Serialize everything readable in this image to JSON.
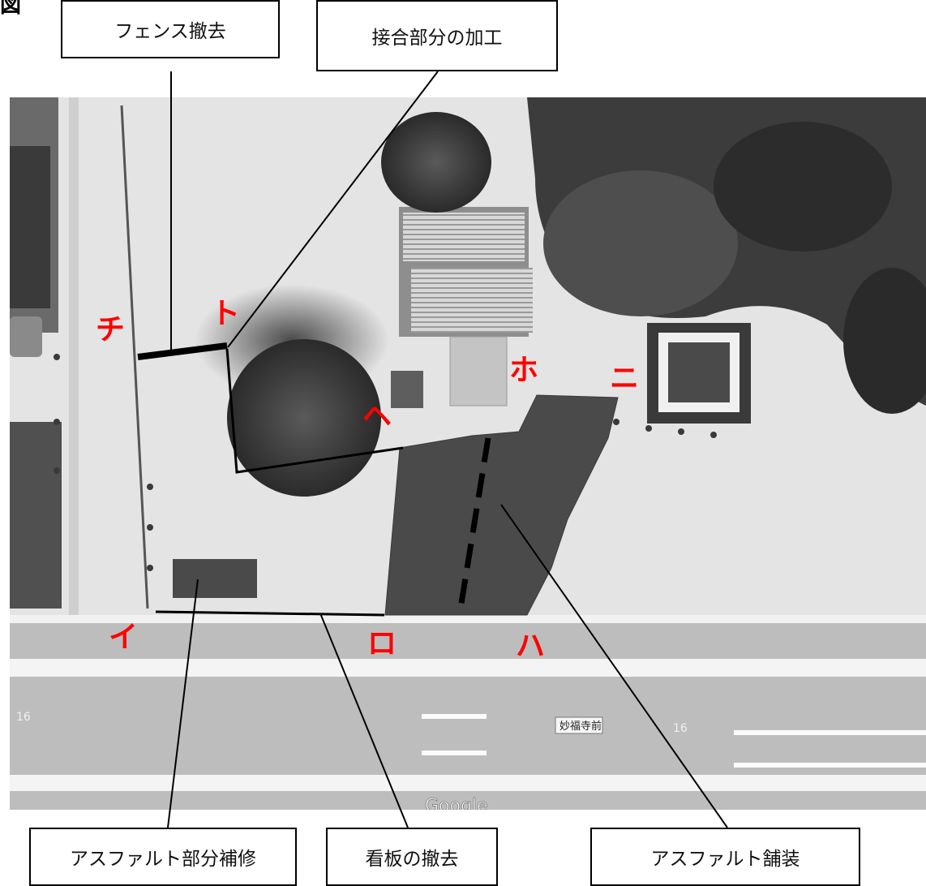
{
  "corner_label": "図",
  "callouts": {
    "fence_removal": "フェンス撤去",
    "joint_processing": "接合部分の加工",
    "asphalt_repair": "アスファルト部分補修",
    "sign_removal": "看板の撤去",
    "asphalt_paving": "アスファルト舗装"
  },
  "points": {
    "i": "イ",
    "ro": "ロ",
    "ha": "ハ",
    "ni": "ニ",
    "ho": "ホ",
    "he": "ヘ",
    "to": "ト",
    "chi": "チ"
  },
  "map": {
    "shop_label": "妙福寺前",
    "route_label_left": "16",
    "route_label_right": "16",
    "map_credit": "Google",
    "point_label_color": "#ff0000",
    "paved_area_color": "#4a4a4a",
    "annotation_line_color": "#000000"
  }
}
